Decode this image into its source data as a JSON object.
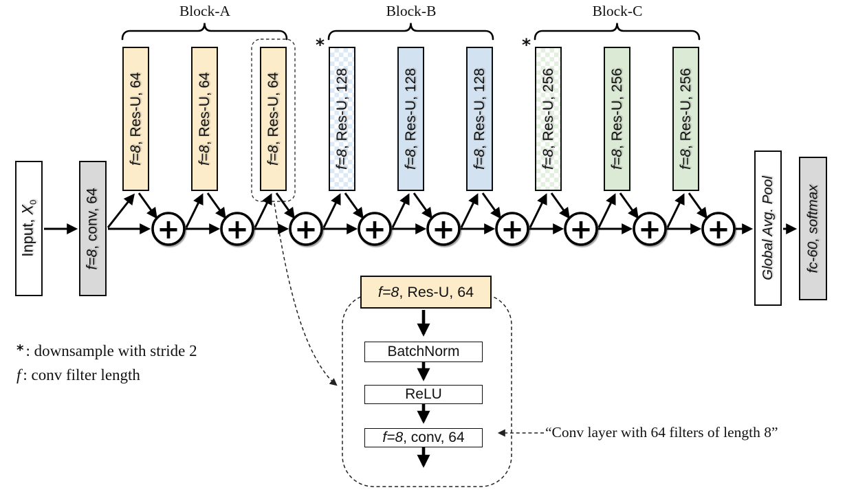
{
  "colors": {
    "unit_a_tan": "#fcecc9",
    "unit_b_blue": "#d3e2f0",
    "unit_c_green": "#dbead5",
    "stem_gray": "#d9d9d9",
    "pattern_b": "#dce9f6",
    "pattern_c": "#e3efdf"
  },
  "blocks": [
    {
      "label": "Block-A",
      "units": [
        {
          "prefix": "f=8",
          "rest": ", Res-U, 64"
        },
        {
          "prefix": "f=8",
          "rest": ", Res-U, 64"
        },
        {
          "prefix": "f=8",
          "rest": ", Res-U, 64"
        }
      ]
    },
    {
      "label": "Block-B",
      "units": [
        {
          "prefix": "f=8",
          "rest": ", Res-U, 128",
          "star": "*"
        },
        {
          "prefix": "f=8",
          "rest": ", Res-U, 128"
        },
        {
          "prefix": "f=8",
          "rest": ", Res-U, 128"
        }
      ]
    },
    {
      "label": "Block-C",
      "units": [
        {
          "prefix": "f=8",
          "rest": ", Res-U, 256",
          "star": "*"
        },
        {
          "prefix": "f=8",
          "rest": ", Res-U, 256"
        },
        {
          "prefix": "f=8",
          "rest": ", Res-U, 256"
        }
      ]
    }
  ],
  "input": {
    "prefix": "Input, ",
    "variable": "X",
    "subscript": "0"
  },
  "stem": {
    "prefix": "f=8",
    "rest": ", conv, 64"
  },
  "head": {
    "gap": "Global Avg. Pool",
    "fc": "fc-60, softmax"
  },
  "plus": "+",
  "legend": [
    {
      "symbol": "*",
      "text": ": downsample with stride 2"
    },
    {
      "symbol": "f",
      "text": ": conv filter length"
    }
  ],
  "detail": {
    "header": {
      "prefix": "f=8",
      "rest": ", Res-U, 64"
    },
    "batchnorm": "BatchNorm",
    "relu": "ReLU",
    "conv": {
      "prefix": "f=8",
      "rest": ", conv, 64"
    },
    "annotation": "“Conv layer with 64 filters of length 8”"
  }
}
